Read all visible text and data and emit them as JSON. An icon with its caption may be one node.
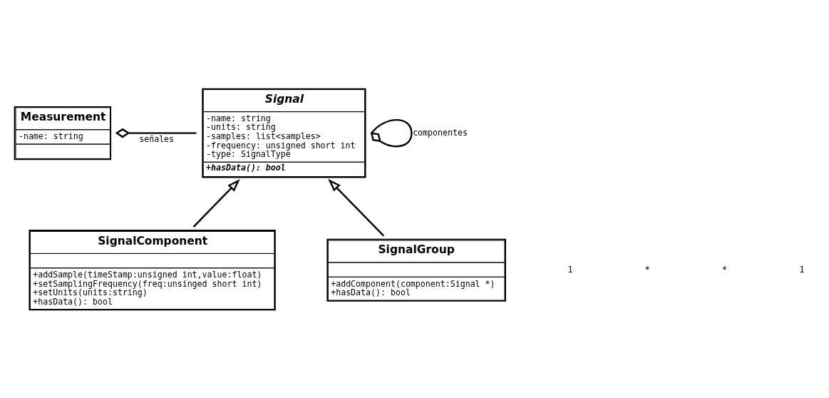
{
  "diagram": {
    "nodes": [
      {
        "text": [
          "Measurement",
          "-name: string"
        ]
      },
      {
        "text": [
          "Signal",
          "-name: string",
          "-units: string",
          "-samples: list<samples>",
          "-frequency: unsigned short int",
          "-type: SignalType",
          "+hasData(): bool"
        ]
      },
      {
        "text": [
          "SignalComponent",
          "+addSample(timeStamp:unsigned int,value:float)",
          "+setSamplingFrequency(freq:unsinged short int)",
          "+setUnits(units:string)",
          "+hasData(): bool"
        ]
      },
      {
        "text": [
          "SignalGroup",
          "+addComponent(component:Signal *)",
          "+hasData(): bool"
        ]
      }
    ],
    "edges": [
      {
        "from": 0,
        "to": 1,
        "arrow": "other",
        "label": "señales"
      },
      {
        "from": 1,
        "to": 1,
        "arrow": "other",
        "label": "componentes"
      },
      {
        "from": 2,
        "to": 1,
        "arrow": "to"
      },
      {
        "from": 3,
        "to": 1,
        "arrow": "to"
      }
    ],
    "labels": [
      "1",
      "*",
      "*",
      "1"
    ]
  }
}
